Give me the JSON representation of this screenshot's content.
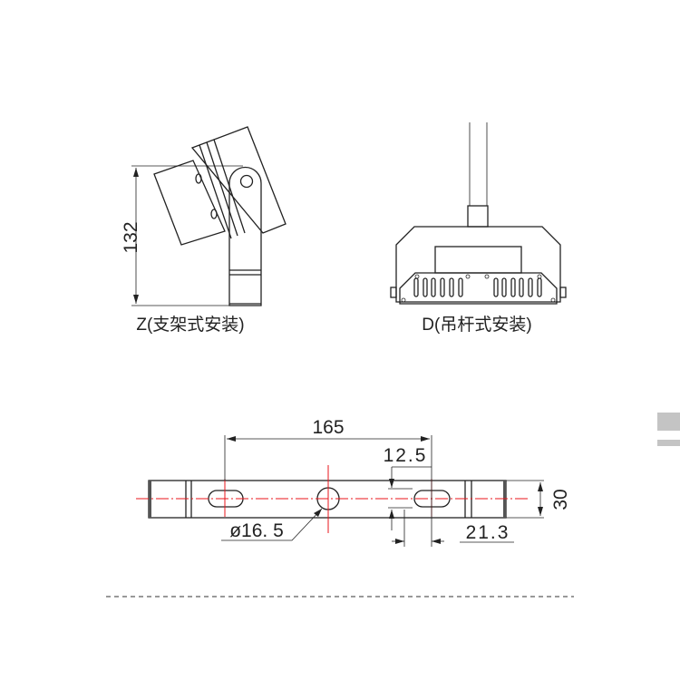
{
  "views": {
    "z_mount": {
      "label": "Z(支架式安装)",
      "height_dim": "132"
    },
    "d_mount": {
      "label": "D(吊杆式安装)"
    }
  },
  "bracket": {
    "hole_spacing": "165",
    "slot_width": "12.5",
    "hole_diameter": "ø16. 5",
    "slot_length": "21.3",
    "bar_width": "30"
  },
  "colors": {
    "line": "#222222",
    "centerline": "#e8141b",
    "side_tab": "#c4c4c4"
  }
}
